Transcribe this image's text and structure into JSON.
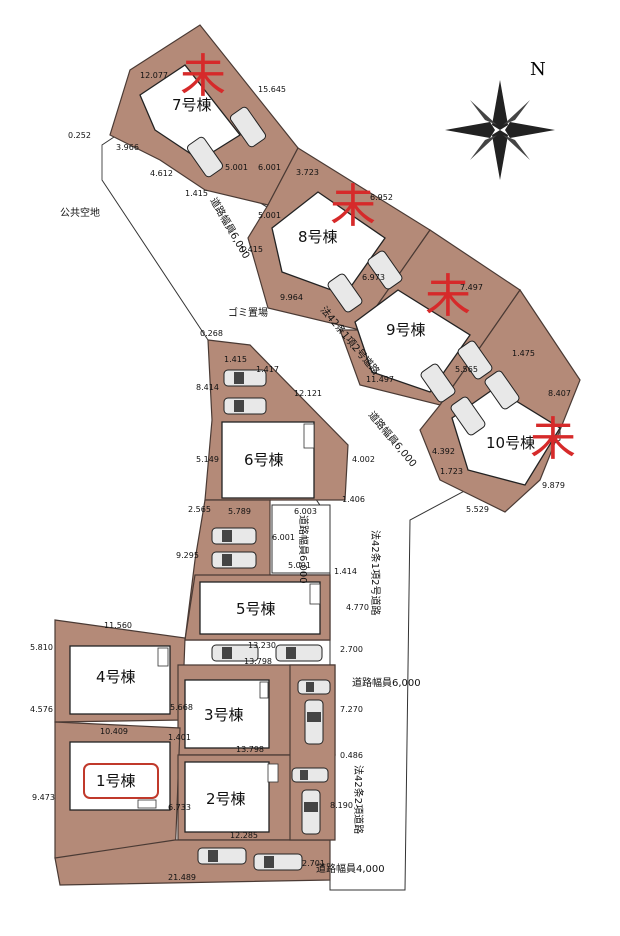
{
  "compass": {
    "label": "N"
  },
  "sold_marker": "未",
  "buildings": [
    {
      "id": 1,
      "label": "1号棟",
      "highlighted": true
    },
    {
      "id": 2,
      "label": "2号棟"
    },
    {
      "id": 3,
      "label": "3号棟"
    },
    {
      "id": 4,
      "label": "4号棟"
    },
    {
      "id": 5,
      "label": "5号棟"
    },
    {
      "id": 6,
      "label": "6号棟"
    },
    {
      "id": 7,
      "label": "7号棟"
    },
    {
      "id": 8,
      "label": "8号棟"
    },
    {
      "id": 9,
      "label": "9号棟"
    },
    {
      "id": 10,
      "label": "10号棟"
    }
  ],
  "labels": {
    "public_space": "公共空地",
    "garbage": "ゴミ置場",
    "road_42_north": "法42条1項2号道路",
    "road_42_center": "法42条1項2号道路",
    "road_42_south": "法42条2項道路",
    "road_width_6_a": "道路幅員6,000",
    "road_width_6_b": "道路幅員6,000",
    "road_width_6_c": "道路幅員6,000",
    "road_width_6_east": "道路幅員6,000",
    "road_width_4": "道路幅員4,000"
  },
  "dimensions": [
    "12.077",
    "15.645",
    "0.252",
    "3.966",
    "4.612",
    "1.415",
    "5.001",
    "6.001",
    "5.001",
    "3.723",
    "6.952",
    "1.415",
    "9.964",
    "6.973",
    "7.497",
    "5.565",
    "1.475",
    "11.497",
    "8.407",
    "4.392",
    "1.723",
    "9.879",
    "5.529",
    "0.268",
    "1.415",
    "1.417",
    "8.414",
    "12.121",
    "5.149",
    "4.002",
    "1.406",
    "2.565",
    "5.789",
    "6.003",
    "6.001",
    "5.001",
    "9.295",
    "1.414",
    "4.770",
    "11.560",
    "13.230",
    "13.798",
    "5.810",
    "2.700",
    "4.576",
    "5.668",
    "10.409",
    "1.401",
    "13.798",
    "7.270",
    "0.486",
    "9.473",
    "6.733",
    "8.190",
    "12.285",
    "21.489",
    "2.701"
  ]
}
